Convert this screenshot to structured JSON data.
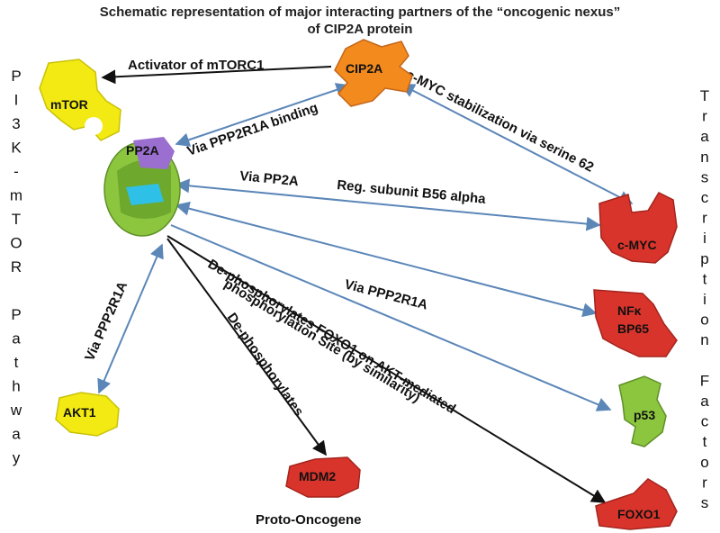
{
  "title_line1": "Schematic representation of major interacting partners of the “oncogenic nexus”",
  "title_line2": "of CIP2A protein",
  "nodes": {
    "cip2a": "CIP2A",
    "mtor": "mTOR",
    "pp2a": "PP2A",
    "cmyc": "c-MYC",
    "nfkb_line1": "NFκ",
    "nfkb_line2": "BP65",
    "p53": "p53",
    "foxo1": "FOXO1",
    "akt1": "AKT1",
    "mdm2": "MDM2"
  },
  "edges": {
    "activator_mtorc1": "Activator of mTORC1",
    "ppp2r1a_binding": "Via PPP2R1A binding",
    "cmyc_stabilization": "c-MYC stabilization via serine 62",
    "via_pp2a": "Via PP2A",
    "reg_subunit": "Reg. subunit B56 alpha",
    "via_ppp2r1a_nfkb": "Via PPP2R1A",
    "via_ppp2r1a_akt": "Via PPP2R1A",
    "foxo_line1": "De-phosphorylates FOXO1 on AKT-mediated",
    "foxo_line2": "phosphorylation Site (by similarity)",
    "mdm2_dephos": "De-phosphorylates"
  },
  "side_labels": {
    "left": [
      "P",
      "I",
      "3",
      "K",
      "-",
      "m",
      "T",
      "O",
      "R",
      "",
      "P",
      "a",
      "t",
      "h",
      "w",
      "a",
      "y"
    ],
    "right": [
      "T",
      "r",
      "a",
      "n",
      "s",
      "c",
      "r",
      "i",
      "p",
      "t",
      "i",
      "o",
      "n",
      "",
      "F",
      "a",
      "c",
      "t",
      "o",
      "r",
      "s"
    ]
  },
  "footer": "Proto-Oncogene",
  "colors": {
    "arrow_blue": "#5b86b8",
    "arrow_black": "#111111",
    "cip2a": "#f28a1e",
    "mtor": "#f2ea12",
    "pp2a": "#8cc63f",
    "pp2a_purple": "#9b6fd0",
    "pp2a_cyan": "#2fc0e8",
    "red": "#d9342b",
    "p53": "#8cc63f",
    "akt1": "#f2ea12"
  }
}
